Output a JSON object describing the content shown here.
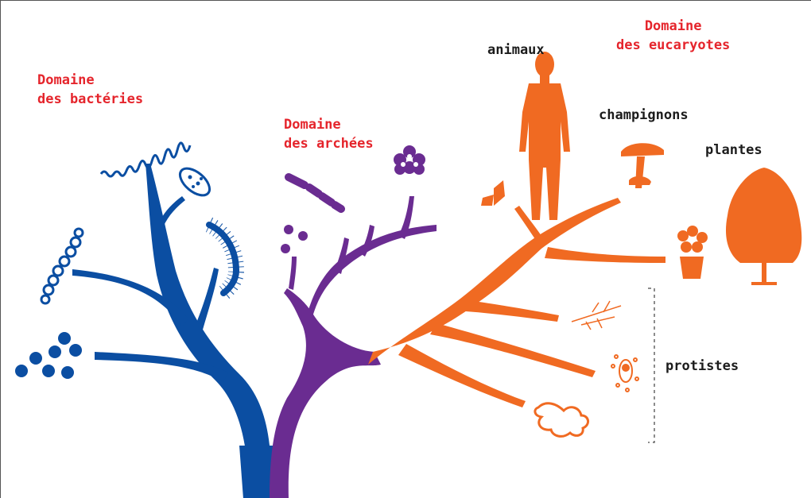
{
  "colors": {
    "bacteria": "#0b4ea2",
    "archaea": "#6a2c91",
    "eukaryotes": "#f06a22",
    "domain_label": "#e5252c",
    "group_label": "#1c1c1c"
  },
  "domains": {
    "bacteria": {
      "line1": "Domaine",
      "line2": "des bactéries"
    },
    "archaea": {
      "line1": "Domaine",
      "line2": "des archées"
    },
    "eukaryotes": {
      "line1": "Domaine",
      "line2": "des eucaryotes"
    }
  },
  "groups": {
    "animals": "animaux",
    "fungi": "champignons",
    "plants": "plantes",
    "protists": "protistes"
  },
  "icons": [
    "spirillum-icon",
    "bacillus-icon",
    "flagellated-bacillus-icon",
    "streptococcus-icon",
    "cocci-icon",
    "filament-archaea-icon",
    "coccus-archaea-icon",
    "cluster-archaea-icon",
    "human-icon",
    "butterfly-icon",
    "mushroom-icon",
    "flower-pot-icon",
    "tree-icon",
    "algae-icon",
    "ciliate-icon",
    "amoeba-icon"
  ]
}
